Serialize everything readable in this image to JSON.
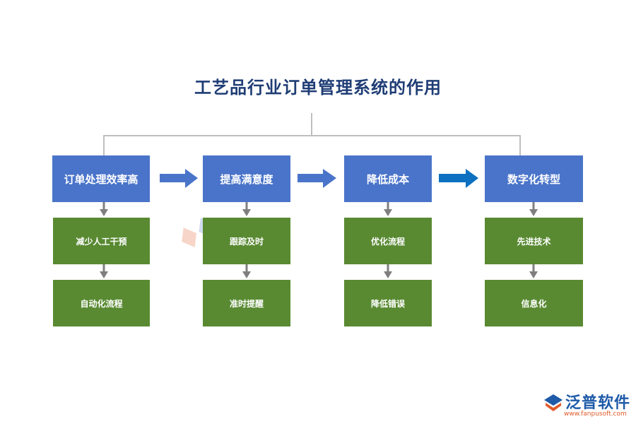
{
  "title": "工艺品行业订单管理系统的作用",
  "columns": [
    {
      "head": "订单处理效率高",
      "items": [
        "减少人工干预",
        "自动化流程"
      ]
    },
    {
      "head": "提高满意度",
      "items": [
        "跟踪及时",
        "准时提醒"
      ]
    },
    {
      "head": "降低成本",
      "items": [
        "优化流程",
        "降低错误"
      ]
    },
    {
      "head": "数字化转型",
      "items": [
        "先进技术",
        "信息化"
      ]
    }
  ],
  "logo": {
    "name": "泛普软件",
    "url": "www.fanpusoft.com"
  },
  "colors": {
    "head_box": "#4a74c9",
    "leaf_box": "#598a32",
    "title": "#1f3d75",
    "arrow_right": "#4a74c9",
    "arrow_right_last": "#0e70c0",
    "arrow_down": "#7f7f7f",
    "connector": "#bfbfbf"
  }
}
